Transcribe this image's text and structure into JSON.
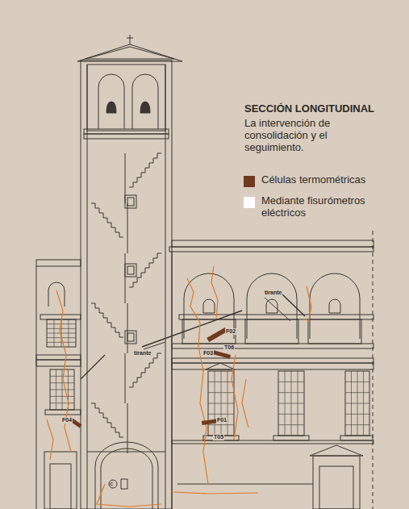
{
  "diagram": {
    "title": "SECCIÓN LONGITUDINAL",
    "caption": "La intervención de consolidación y el seguimiento.",
    "labels": [
      "tirante",
      "tirante",
      "F02",
      "T06",
      "F03",
      "F01",
      "T05",
      "F04",
      "C"
    ],
    "legend": [
      {
        "text": "Células termométricas",
        "color": "#6e3b1f"
      },
      {
        "text": "Mediante fisurómetros eléctricos",
        "color": "#ffffff"
      }
    ]
  }
}
